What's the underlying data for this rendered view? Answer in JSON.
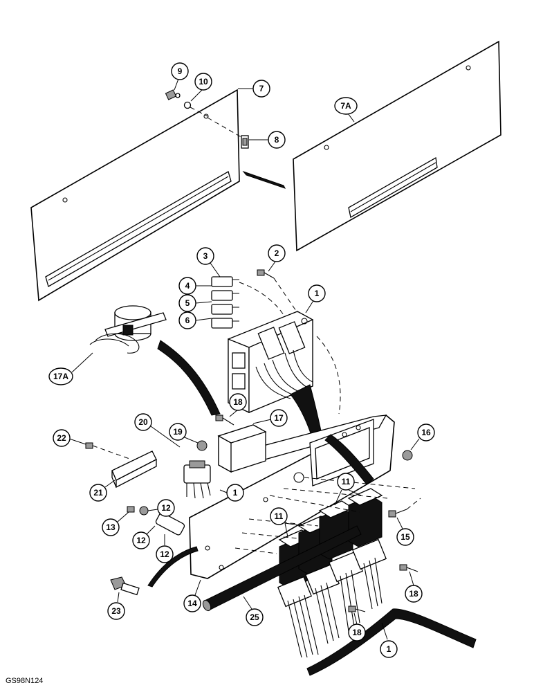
{
  "figure_id": "GS98N124",
  "callouts": [
    {
      "id": "c1a",
      "label": "1"
    },
    {
      "id": "c1b",
      "label": "1"
    },
    {
      "id": "c1c",
      "label": "1"
    },
    {
      "id": "c2",
      "label": "2"
    },
    {
      "id": "c3",
      "label": "3"
    },
    {
      "id": "c4",
      "label": "4"
    },
    {
      "id": "c5",
      "label": "5"
    },
    {
      "id": "c6",
      "label": "6"
    },
    {
      "id": "c7",
      "label": "7"
    },
    {
      "id": "c7a",
      "label": "7A"
    },
    {
      "id": "c8",
      "label": "8"
    },
    {
      "id": "c9",
      "label": "9"
    },
    {
      "id": "c10",
      "label": "10"
    },
    {
      "id": "c11a",
      "label": "11"
    },
    {
      "id": "c11b",
      "label": "11"
    },
    {
      "id": "c12a",
      "label": "12"
    },
    {
      "id": "c12b",
      "label": "12"
    },
    {
      "id": "c12c",
      "label": "12"
    },
    {
      "id": "c13",
      "label": "13"
    },
    {
      "id": "c14",
      "label": "14"
    },
    {
      "id": "c15",
      "label": "15"
    },
    {
      "id": "c16",
      "label": "16"
    },
    {
      "id": "c17",
      "label": "17"
    },
    {
      "id": "c17a",
      "label": "17A"
    },
    {
      "id": "c18a",
      "label": "18"
    },
    {
      "id": "c18b",
      "label": "18"
    },
    {
      "id": "c18c",
      "label": "18"
    },
    {
      "id": "c19",
      "label": "19"
    },
    {
      "id": "c20",
      "label": "20"
    },
    {
      "id": "c21",
      "label": "21"
    },
    {
      "id": "c22",
      "label": "22"
    },
    {
      "id": "c23",
      "label": "23"
    },
    {
      "id": "c25",
      "label": "25"
    }
  ]
}
